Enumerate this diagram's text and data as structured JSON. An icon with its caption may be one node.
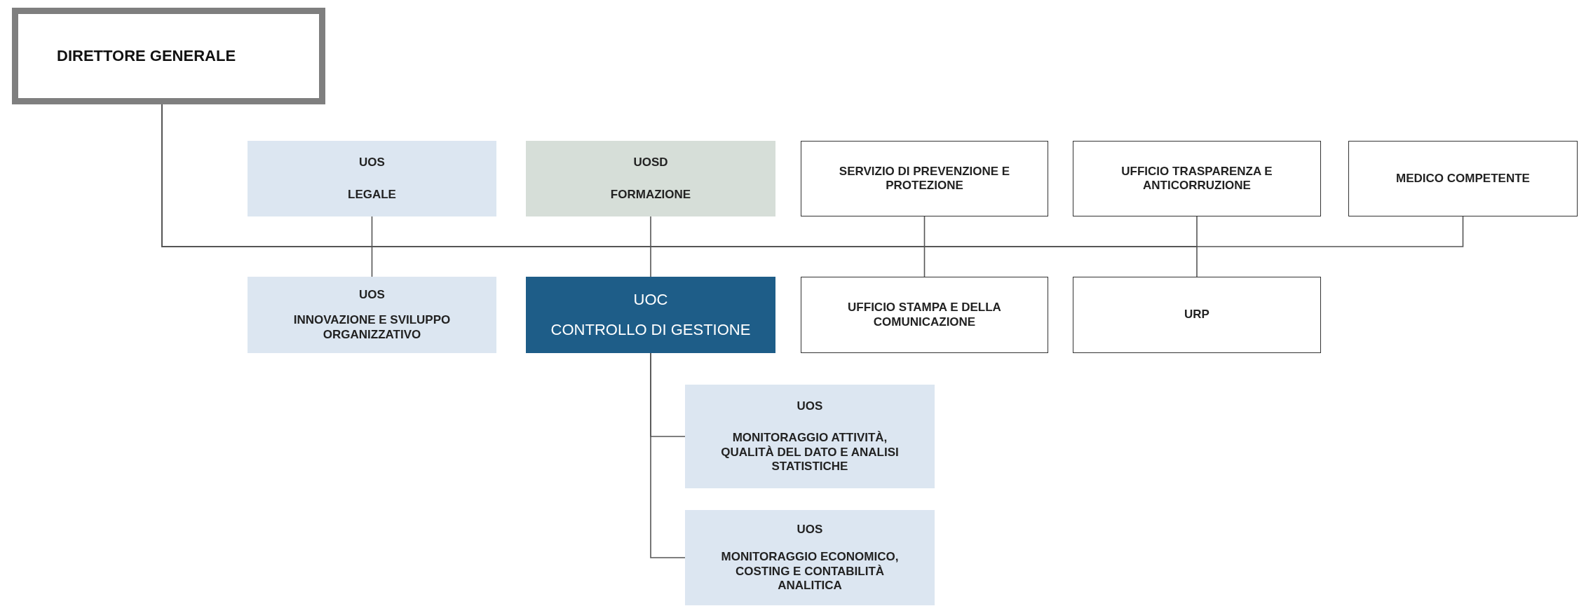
{
  "diagram": {
    "nodes": [
      {
        "text": [
          "DIRETTORE GENERALE"
        ]
      },
      {
        "text": [
          "UOS",
          "LEGALE"
        ]
      },
      {
        "text": [
          "UOSD",
          "FORMAZIONE"
        ]
      },
      {
        "text": [
          "SERVIZIO DI PREVENZIONE E PROTEZIONE"
        ]
      },
      {
        "text": [
          "UFFICIO TRASPARENZA E ANTICORRUZIONE"
        ]
      },
      {
        "text": [
          "MEDICO COMPETENTE"
        ]
      },
      {
        "text": [
          "UOS",
          "INNOVAZIONE E SVILUPPO ORGANIZZATIVO"
        ]
      },
      {
        "text": [
          "UOC",
          "CONTROLLO DI GESTIONE"
        ]
      },
      {
        "text": [
          "UFFICIO STAMPA E DELLA COMUNICAZIONE"
        ]
      },
      {
        "text": [
          "URP"
        ]
      },
      {
        "text": [
          "UOS",
          "MONITORAGGIO ATTIVITÀ, QUALITÀ DEL DATO E ANALISI STATISTICHE"
        ]
      },
      {
        "text": [
          "UOS",
          "MONITORAGGIO ECONOMICO, COSTING E CONTABILITÀ ANALITICA"
        ]
      }
    ],
    "edges": [
      {
        "from": 0,
        "to": 1,
        "arrow": "none"
      },
      {
        "from": 0,
        "to": 2,
        "arrow": "none"
      },
      {
        "from": 0,
        "to": 3,
        "arrow": "none"
      },
      {
        "from": 0,
        "to": 4,
        "arrow": "none"
      },
      {
        "from": 0,
        "to": 5,
        "arrow": "none"
      },
      {
        "from": 0,
        "to": 6,
        "arrow": "none"
      },
      {
        "from": 0,
        "to": 7,
        "arrow": "none"
      },
      {
        "from": 0,
        "to": 8,
        "arrow": "none"
      },
      {
        "from": 0,
        "to": 9,
        "arrow": "none"
      },
      {
        "from": 7,
        "to": 10,
        "arrow": "none"
      },
      {
        "from": 7,
        "to": 11,
        "arrow": "none"
      }
    ]
  }
}
